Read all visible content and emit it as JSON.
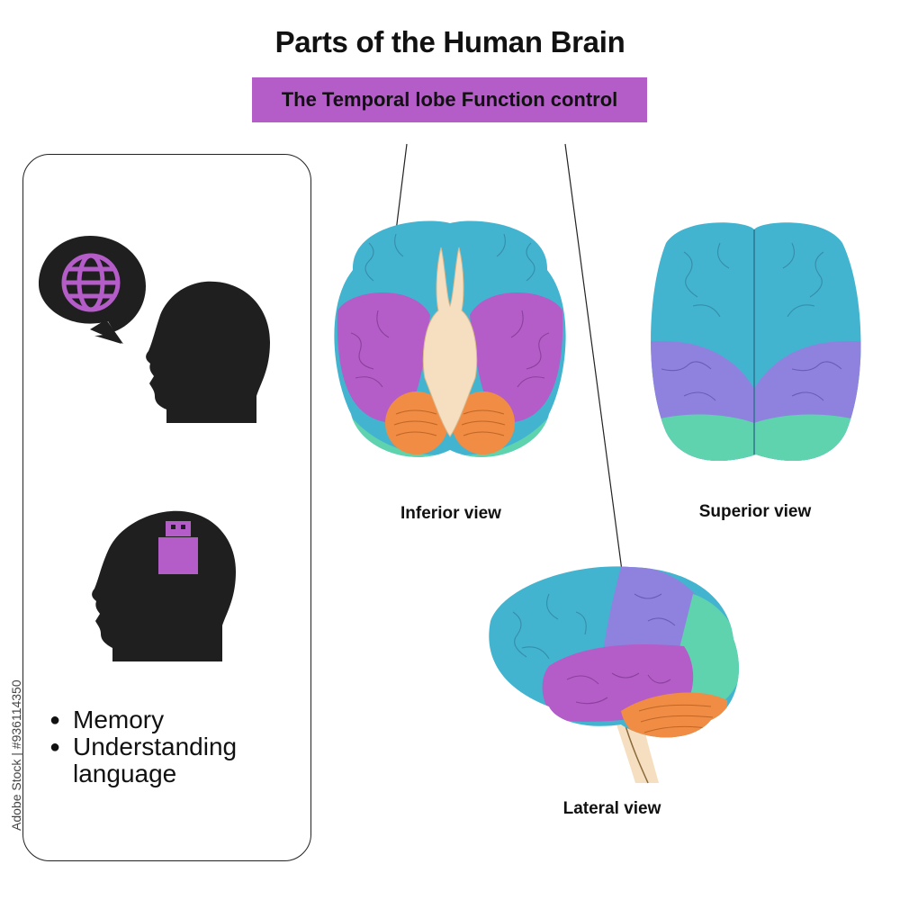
{
  "title": "Parts of the Human Brain",
  "subtitle": "The Temporal lobe Function control",
  "functions": [
    "Memory",
    "Understanding language"
  ],
  "views": {
    "inferior": "Inferior view",
    "superior": "Superior view",
    "lateral": "Lateral view"
  },
  "credit": "Adobe Stock | #936114350",
  "colors": {
    "frontal": "#42b4d0",
    "temporal": "#b45cc8",
    "parietal": "#8f82de",
    "occipital": "#5fd3ad",
    "cerebellum": "#f08c44",
    "brainstem": "#f6dfc0",
    "banner": "#b45cc8",
    "icon_accent": "#b45cc8",
    "silhouette": "#1f1f1f"
  },
  "icons": [
    "globe-icon",
    "speech-bubble-icon",
    "head-silhouette-icon",
    "usb-drive-icon"
  ]
}
